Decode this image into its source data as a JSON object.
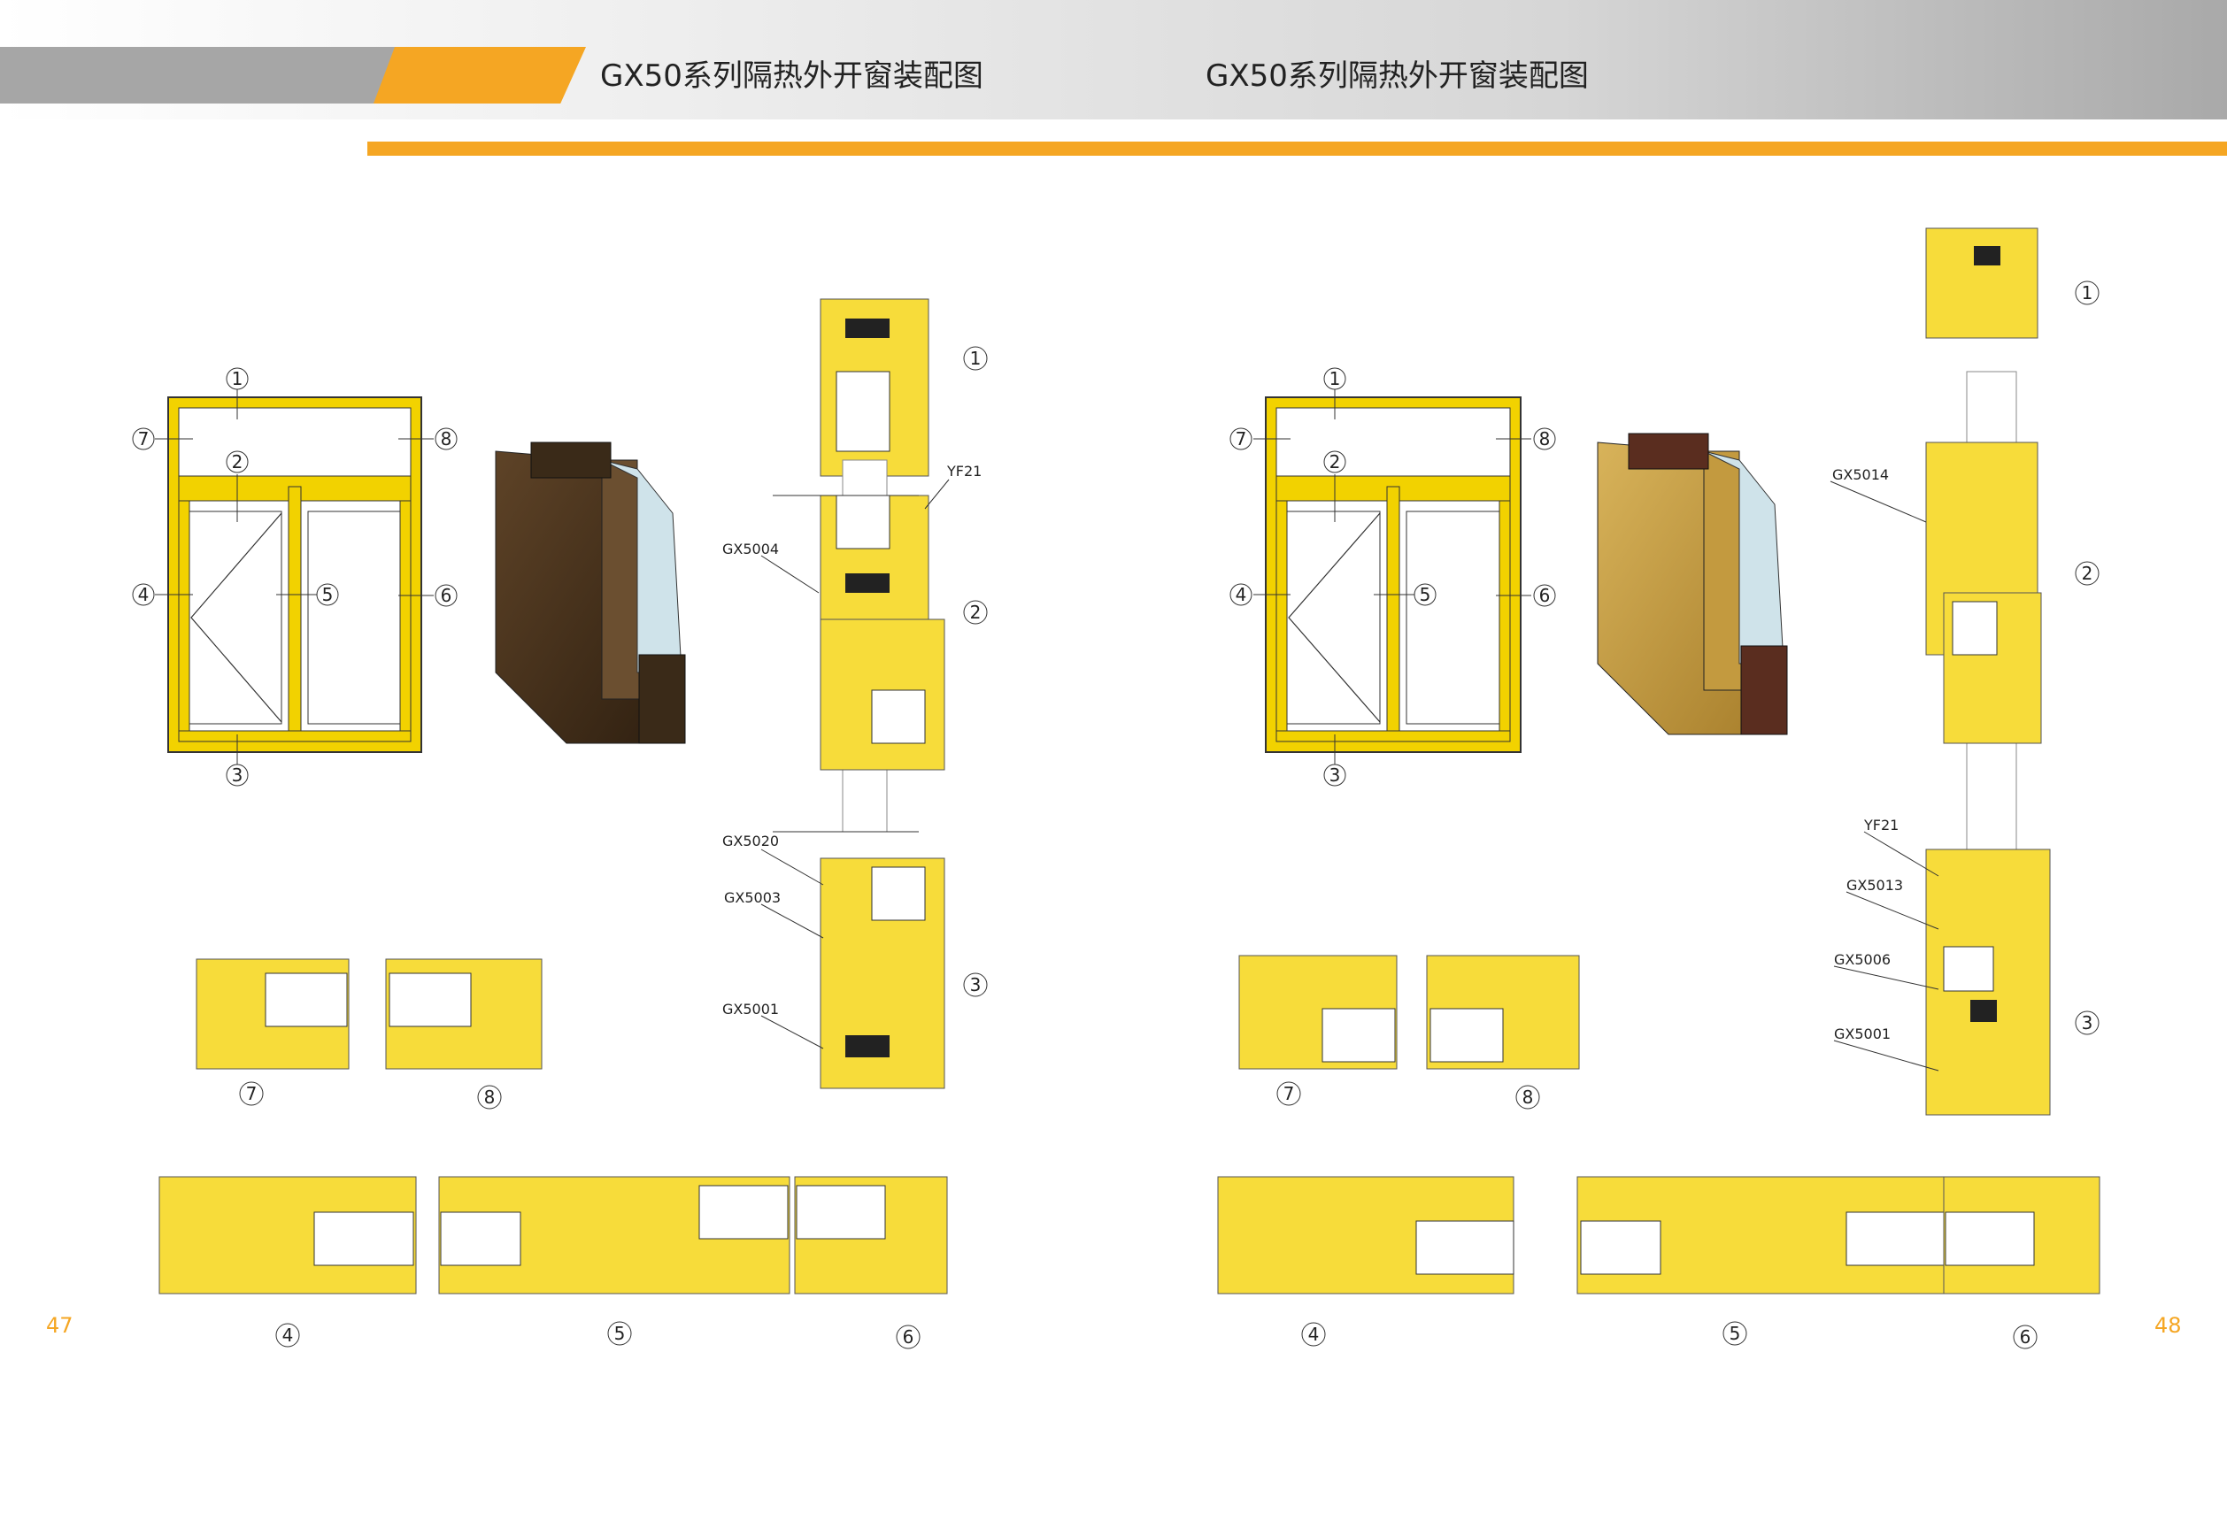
{
  "header": {
    "title_left": "GX50系列隔热外开窗装配图",
    "title_right": "GX50系列隔热外开窗装配图"
  },
  "colors": {
    "accent": "#f5a623",
    "profile": "#f2d200",
    "bronze": "#4a3520",
    "gold": "#c8a044"
  },
  "left_page": {
    "page_number": "47",
    "callouts": [
      "1",
      "2",
      "3",
      "4",
      "5",
      "6",
      "7",
      "8"
    ],
    "vertical_section_callouts": [
      "1",
      "2",
      "3"
    ],
    "section_callouts": [
      "7",
      "8",
      "4",
      "5",
      "6"
    ],
    "part_labels": [
      "YF21",
      "GX5004",
      "GX5020",
      "GX5003",
      "GX5001"
    ]
  },
  "right_page": {
    "page_number": "48",
    "callouts": [
      "1",
      "2",
      "3",
      "4",
      "5",
      "6",
      "7",
      "8"
    ],
    "vertical_section_callouts": [
      "1",
      "2",
      "3"
    ],
    "section_callouts": [
      "7",
      "8",
      "4",
      "5",
      "6"
    ],
    "part_labels": [
      "GX5014",
      "YF21",
      "GX5013",
      "GX5006",
      "GX5001"
    ]
  }
}
